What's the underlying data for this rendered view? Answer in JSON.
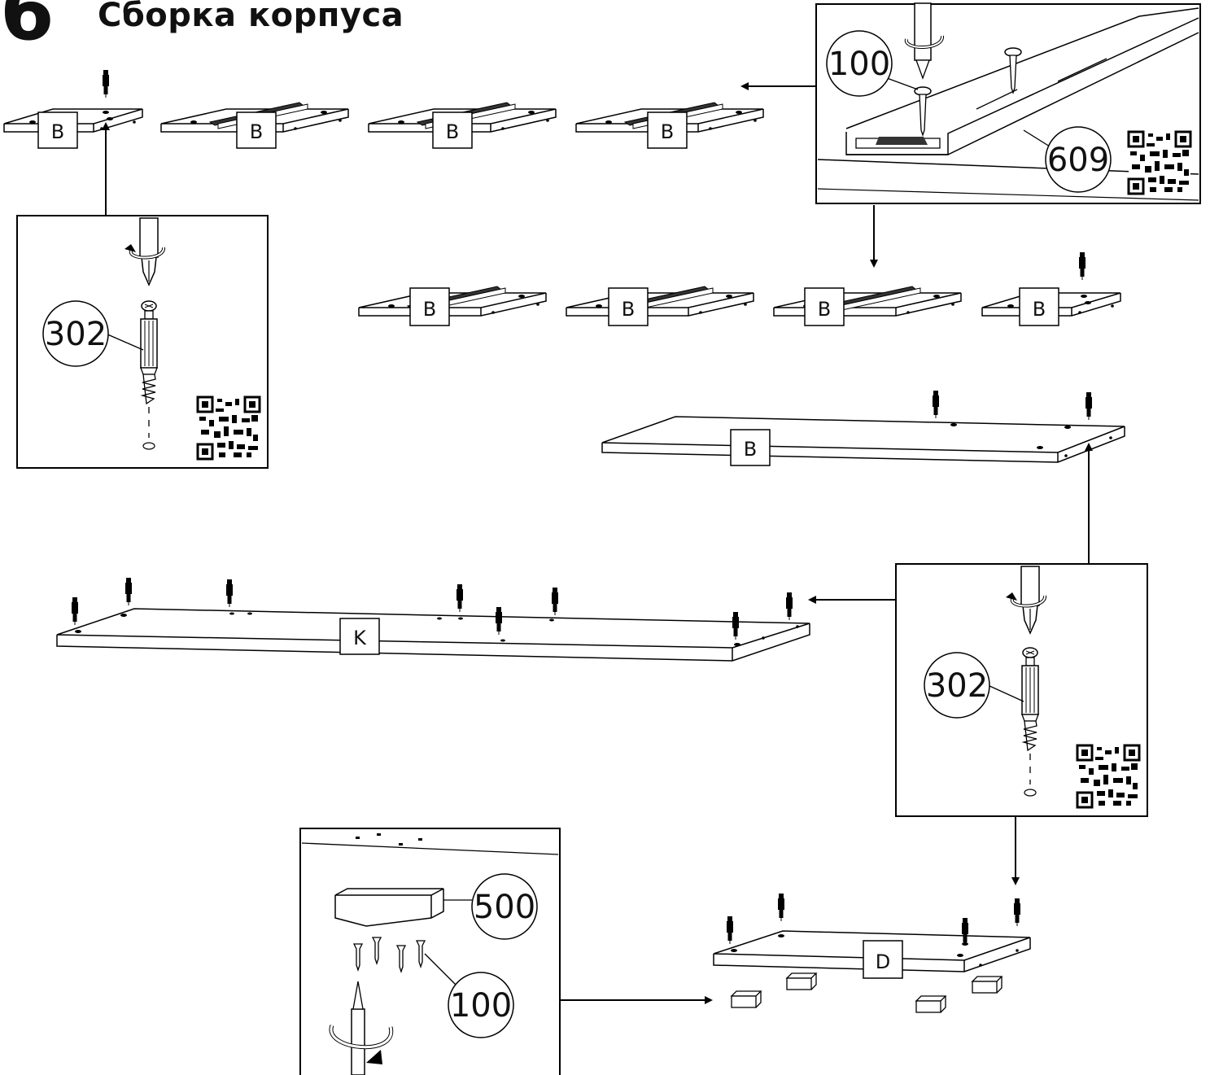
{
  "header": {
    "step_number": "6",
    "title": "Сборка корпуса"
  },
  "parts": {
    "panel_b": "B",
    "panel_k": "K",
    "panel_d": "D"
  },
  "callouts": {
    "dowel_a": "302",
    "dowel_b": "302",
    "screw_top": "100",
    "rail": "609",
    "foot": "500",
    "screw_bottom": "100"
  },
  "icons": [
    "qr-code-icon",
    "screwdriver-icon",
    "rotate-arrow-icon",
    "dowel-icon",
    "screw-icon",
    "arrow-icon"
  ]
}
